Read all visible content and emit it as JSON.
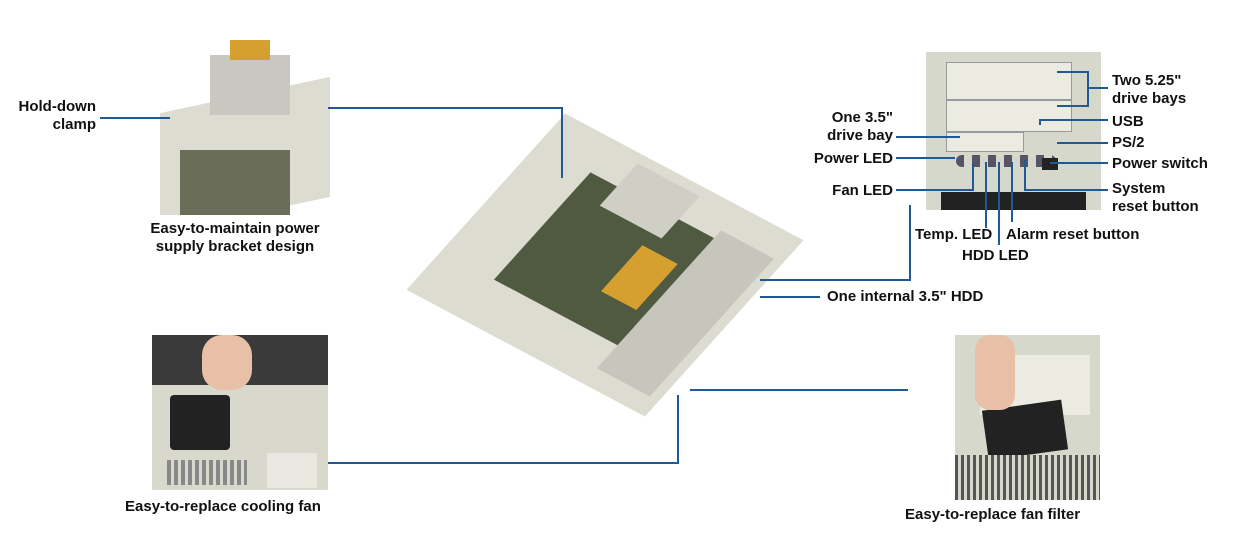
{
  "colors": {
    "leader_line": "#1f5a96",
    "chassis": "#dcdcd0"
  },
  "labels": {
    "hold_down": "Hold-down",
    "clamp": "clamp",
    "psu_caption_1": "Easy-to-maintain power",
    "psu_caption_2": "supply bracket design",
    "fan_caption": "Easy-to-replace cooling fan",
    "filter_caption": "Easy-to-replace fan filter",
    "internal_hdd": "One internal 3.5\" HDD",
    "two_bays_1": "Two 5.25\"",
    "two_bays_2": "drive bays",
    "one_bay_1": "One 3.5\"",
    "one_bay_2": "drive bay",
    "usb": "USB",
    "ps2": "PS/2",
    "power_led": "Power LED",
    "power_switch": "Power switch",
    "fan_led": "Fan LED",
    "system_reset_1": "System",
    "system_reset_2": "reset button",
    "temp_led": "Temp. LED",
    "alarm_reset": "Alarm reset button",
    "hdd_led": "HDD LED"
  }
}
